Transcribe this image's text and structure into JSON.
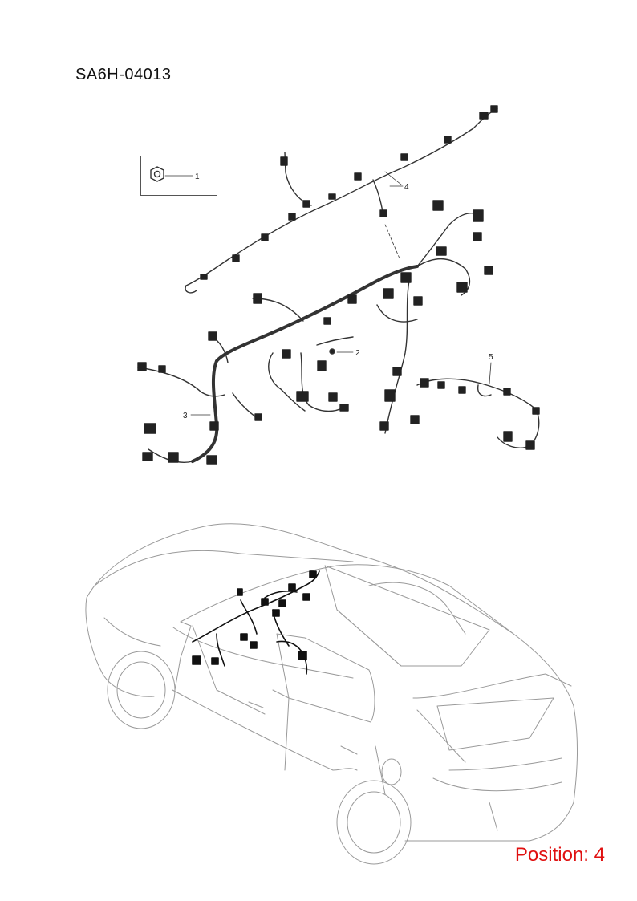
{
  "diagram": {
    "part_code": "SA6H-04013",
    "position_label": "Position: 4",
    "callouts": [
      "1",
      "2",
      "3",
      "4",
      "5"
    ]
  },
  "colors": {
    "accent": "#e01010",
    "line": "#333333",
    "car_line": "#9a9a9a"
  }
}
